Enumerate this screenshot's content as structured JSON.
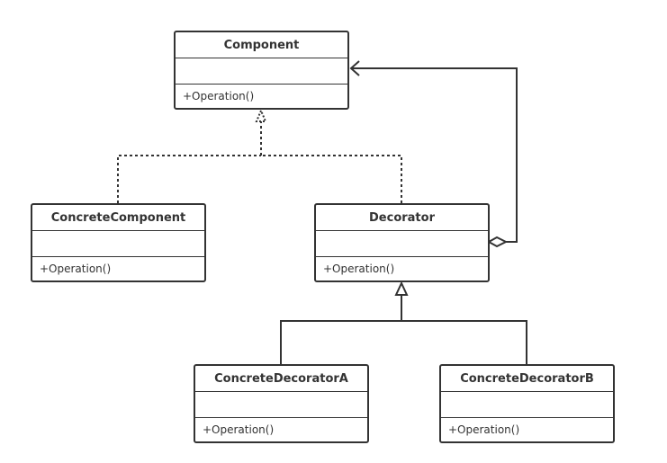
{
  "classes": {
    "component": {
      "name": "Component",
      "operations": [
        "+Operation()"
      ]
    },
    "concrete_component": {
      "name": "ConcreteComponent",
      "operations": [
        "+Operation()"
      ]
    },
    "decorator": {
      "name": "Decorator",
      "operations": [
        "+Operation()"
      ]
    },
    "concrete_decorator_a": {
      "name": "ConcreteDecoratorA",
      "operations": [
        "+Operation()"
      ]
    },
    "concrete_decorator_b": {
      "name": "ConcreteDecoratorB",
      "operations": [
        "+Operation()"
      ]
    }
  },
  "relationships": [
    {
      "type": "realization",
      "from": "ConcreteComponent",
      "to": "Component"
    },
    {
      "type": "realization",
      "from": "Decorator",
      "to": "Component"
    },
    {
      "type": "aggregation",
      "from": "Decorator",
      "to": "Component"
    },
    {
      "type": "inheritance",
      "from": "ConcreteDecoratorA",
      "to": "Decorator"
    },
    {
      "type": "inheritance",
      "from": "ConcreteDecoratorB",
      "to": "Decorator"
    }
  ],
  "colors": {
    "line": "#333333",
    "background": "#ffffff"
  }
}
